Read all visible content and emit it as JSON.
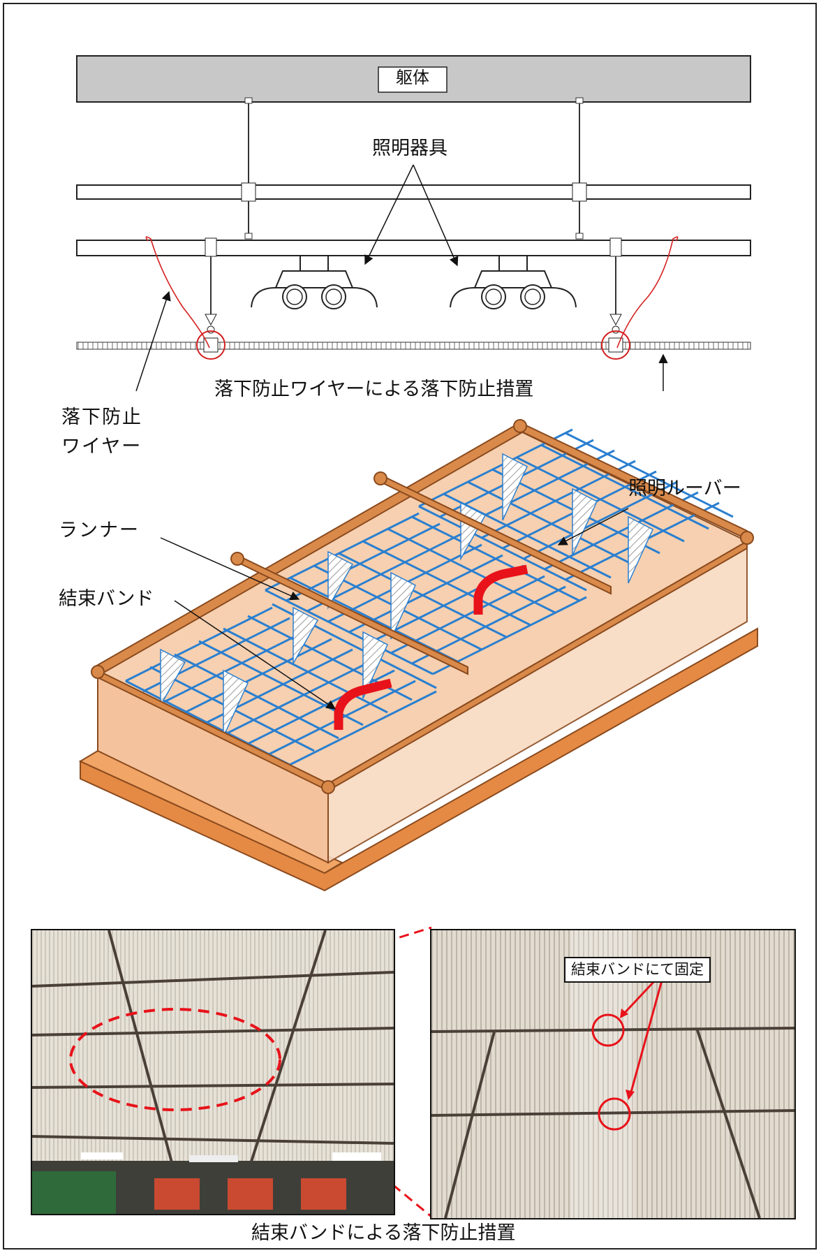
{
  "top_diagram": {
    "structure_label": "躯体",
    "lighting_fixture_label": "照明器具",
    "caption": "落下防止ワイヤーによる落下防止措置",
    "wire_label_line1": "落下防止",
    "wire_label_line2": "ワイヤー"
  },
  "middle_diagram": {
    "runner_label": "ランナー",
    "louver_label": "照明ルーバー",
    "band_label": "結束バンド"
  },
  "photos": {
    "callout_label": "結束バンドにて固定",
    "caption": "結束バンドによる落下防止措置"
  },
  "colors": {
    "runner_orange": "#b8652a",
    "panel_fill": "#f4c29c",
    "grid_blue": "#2a7fd0",
    "band_red": "#e8121a",
    "wire_red": "#d42020",
    "structure_gray": "#c8c8c8"
  }
}
